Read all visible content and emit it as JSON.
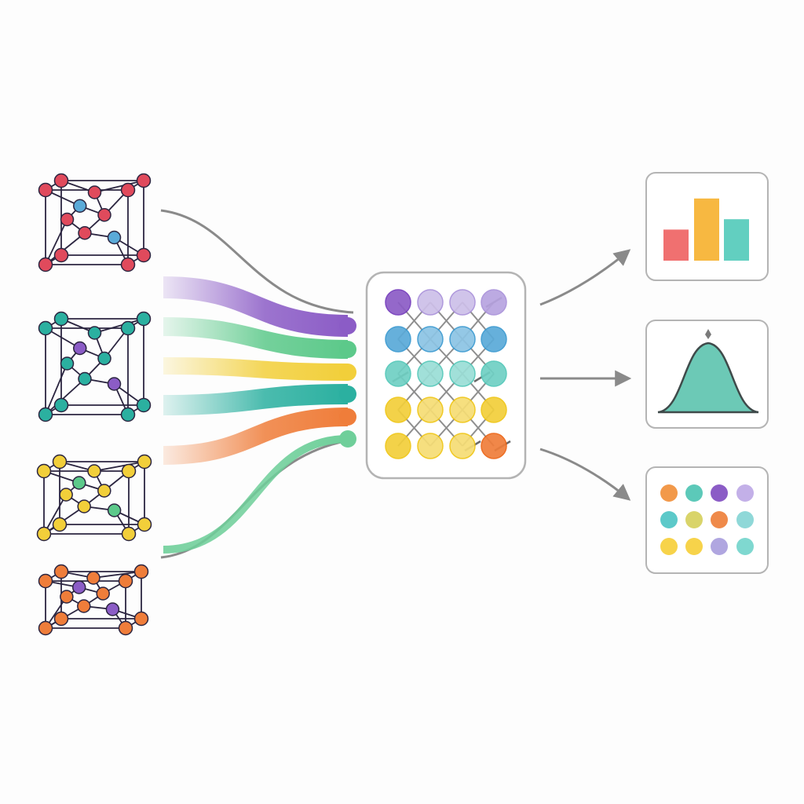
{
  "colors": {
    "background": "#fdfdfd",
    "edge": "#2b2540",
    "connector": "#8a8a8a",
    "panel_border": "#b4b4b4",
    "purple": "#8b5cc6",
    "green": "#5cc98a",
    "yellow": "#f2cf3a",
    "teal": "#2bb0a0",
    "orange": "#ef7d3a",
    "gray_green": "#6fcf9a",
    "red": "#e04a5c",
    "blue": "#5aaad8",
    "light_teal": "#6fd0c4",
    "lavender": "#b7a3e0"
  },
  "structures": [
    {
      "name": "crystal-structure-red",
      "node_color": "red",
      "accent_color": "blue"
    },
    {
      "name": "crystal-structure-mixed",
      "node_color": "teal",
      "accent_color": "purple"
    },
    {
      "name": "crystal-structure-yellow",
      "node_color": "yellow",
      "accent_color": "green"
    },
    {
      "name": "crystal-structure-orange",
      "node_color": "orange",
      "accent_color": "purple"
    }
  ],
  "feature_streams": [
    "purple",
    "green",
    "yellow",
    "teal",
    "orange",
    "gray_green"
  ],
  "network_grid": {
    "rows": [
      [
        "purple",
        "lavender",
        "lavender",
        "lavender"
      ],
      [
        "blue",
        "blue",
        "blue",
        "blue"
      ],
      [
        "light_teal",
        "light_teal",
        "light_teal",
        "light_teal"
      ],
      [
        "yellow",
        "yellow",
        "yellow",
        "yellow"
      ],
      [
        "yellow",
        "yellow",
        "yellow",
        "orange"
      ]
    ]
  },
  "outputs": {
    "bar_chart": {
      "values": [
        0.45,
        0.9,
        0.6
      ],
      "colors": [
        "#f07070",
        "#f7b841",
        "#62cfc0"
      ]
    },
    "distribution": {
      "fill": "#6cc9b6",
      "stroke": "#3f4a4a"
    },
    "dot_grid": {
      "rows": [
        [
          "#f2994a",
          "#5cc9b9",
          "#8b5cc6",
          "#c3b0e8"
        ],
        [
          "#5cc9c9",
          "#d9d46a",
          "#ef8a4a",
          "#8fd8d8"
        ],
        [
          "#f7d34a",
          "#f7d34a",
          "#b0a6e0",
          "#7fd8d0"
        ]
      ]
    }
  }
}
